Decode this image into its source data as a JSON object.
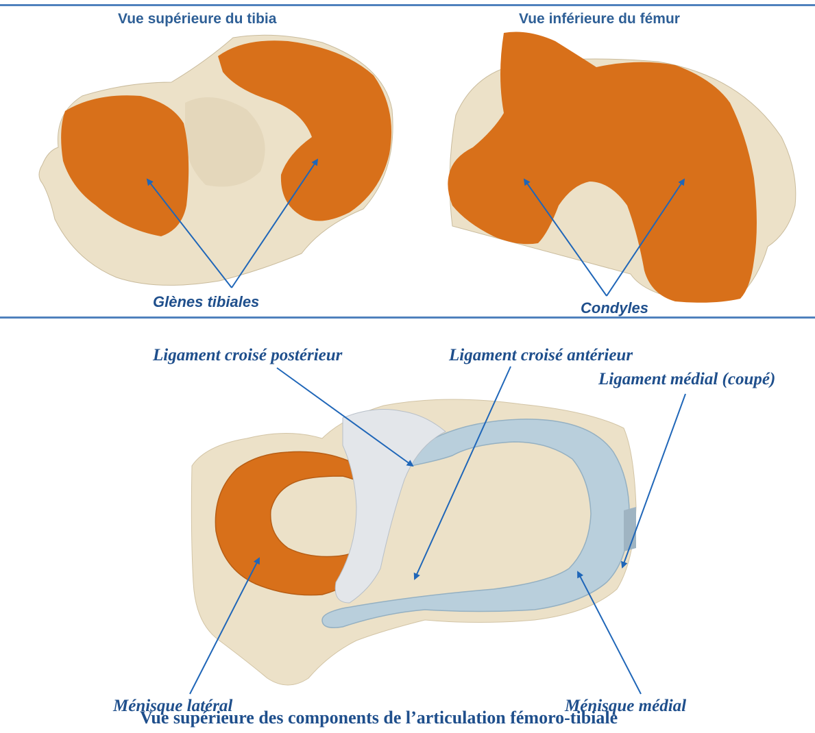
{
  "top_left": {
    "title": "Vue supérieure du tibia",
    "label": "Glènes tibiales"
  },
  "top_right": {
    "title": "Vue inférieure du fémur",
    "label": "Condyles"
  },
  "bottom": {
    "labels": {
      "lcp": "Ligament croisé postérieur",
      "lca": "Ligament croisé antérieur",
      "lm": "Ligament médial (coupé)",
      "men_lat": "Ménisque latéral",
      "men_med": "Ménisque médial"
    },
    "caption": "Vue supérieure des components de l’articulation fémoro-tibiale"
  },
  "colors": {
    "cartilage": "#d8701a",
    "bone": "#ece1c8",
    "meniscus_medial": "#b9cfdc",
    "arrow": "#1f66b8",
    "rule": "#4f81bd"
  }
}
